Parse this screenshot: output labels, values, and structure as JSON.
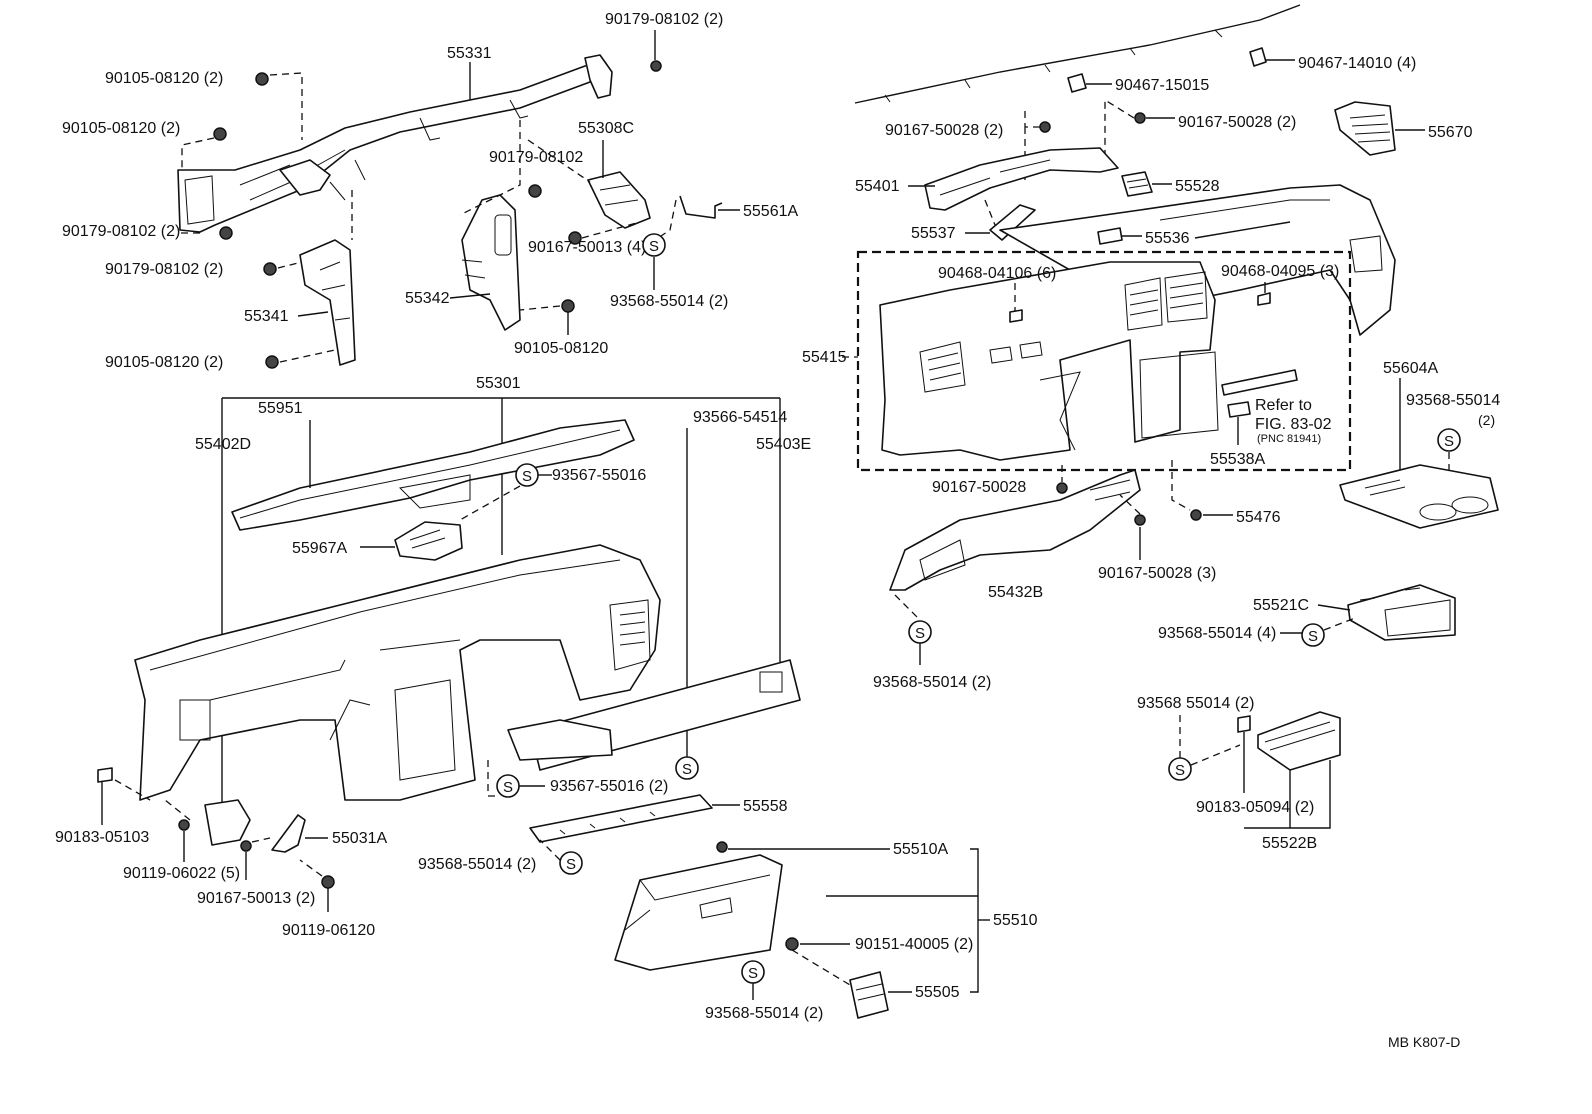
{
  "labels": {
    "p55331": "55331",
    "p90179_08102_2_top": "90179-08102 (2)",
    "p90105_08120_2_a": "90105-08120 (2)",
    "p90105_08120_2_b": "90105-08120 (2)",
    "p55308C": "55308C",
    "p90179_08102": "90179-08102",
    "p90179_08102_2_left": "90179-08102 (2)",
    "p55561A": "55561A",
    "p90179_08102_2_mid": "90179-08102 (2)",
    "p90167_50013_4": "90167-50013 (4)",
    "p55342": "55342",
    "p93568_55014_2_top": "93568-55014 (2)",
    "p55341": "55341",
    "p90105_08120": "90105-08120",
    "p90105_08120_2_c": "90105-08120 (2)",
    "p55301": "55301",
    "p55951": "55951",
    "p93566_54514": "93566-54514",
    "p55402D": "55402D",
    "p55403E": "55403E",
    "p93567_55016": "93567-55016",
    "p55967A": "55967A",
    "p93567_55016_2": "93567-55016 (2)",
    "p55558": "55558",
    "p90183_05103": "90183-05103",
    "p55031A": "55031A",
    "p90119_06022_5": "90119-06022 (5)",
    "p90167_50013_2": "90167-50013 (2)",
    "p93568_55014_2_mid": "93568-55014 (2)",
    "p90119_06120": "90119-06120",
    "p55510A": "55510A",
    "p55510": "55510",
    "p90151_40005_2": "90151-40005 (2)",
    "p55505": "55505",
    "p93568_55014_2_bot": "93568-55014 (2)",
    "p90467_14010_4": "90467-14010 (4)",
    "p90467_15015": "90467-15015",
    "p90167_50028_2_a": "90167-50028 (2)",
    "p90167_50028_2_b": "90167-50028 (2)",
    "p55670": "55670",
    "p55401": "55401",
    "p55528": "55528",
    "p55537": "55537",
    "p55536": "55536",
    "p90468_04106_6": "90468-04106 (6)",
    "p90468_04095_3": "90468-04095 (3)",
    "p55415": "55415",
    "refer_to": "Refer to",
    "fig_ref": "FIG. 83-02",
    "pnc_ref": "(PNC 81941)",
    "p55538A": "55538A",
    "p55604A": "55604A",
    "p93568_55014_right": "93568-55014",
    "qty_2_right": "(2)",
    "p90167_50028": "90167-50028",
    "p55476": "55476",
    "p90167_50028_3": "90167-50028 (3)",
    "p55432B": "55432B",
    "p93568_55014_2_left": "93568-55014 (2)",
    "p55521C": "55521C",
    "p93568_55014_4": "93568-55014 (4)",
    "p93568_55014_2_nodash": "93568 55014 (2)",
    "p90183_05094_2": "90183-05094 (2)",
    "p55522B": "55522B",
    "footer_code": "MB  K807-D",
    "s_marker": "S"
  }
}
